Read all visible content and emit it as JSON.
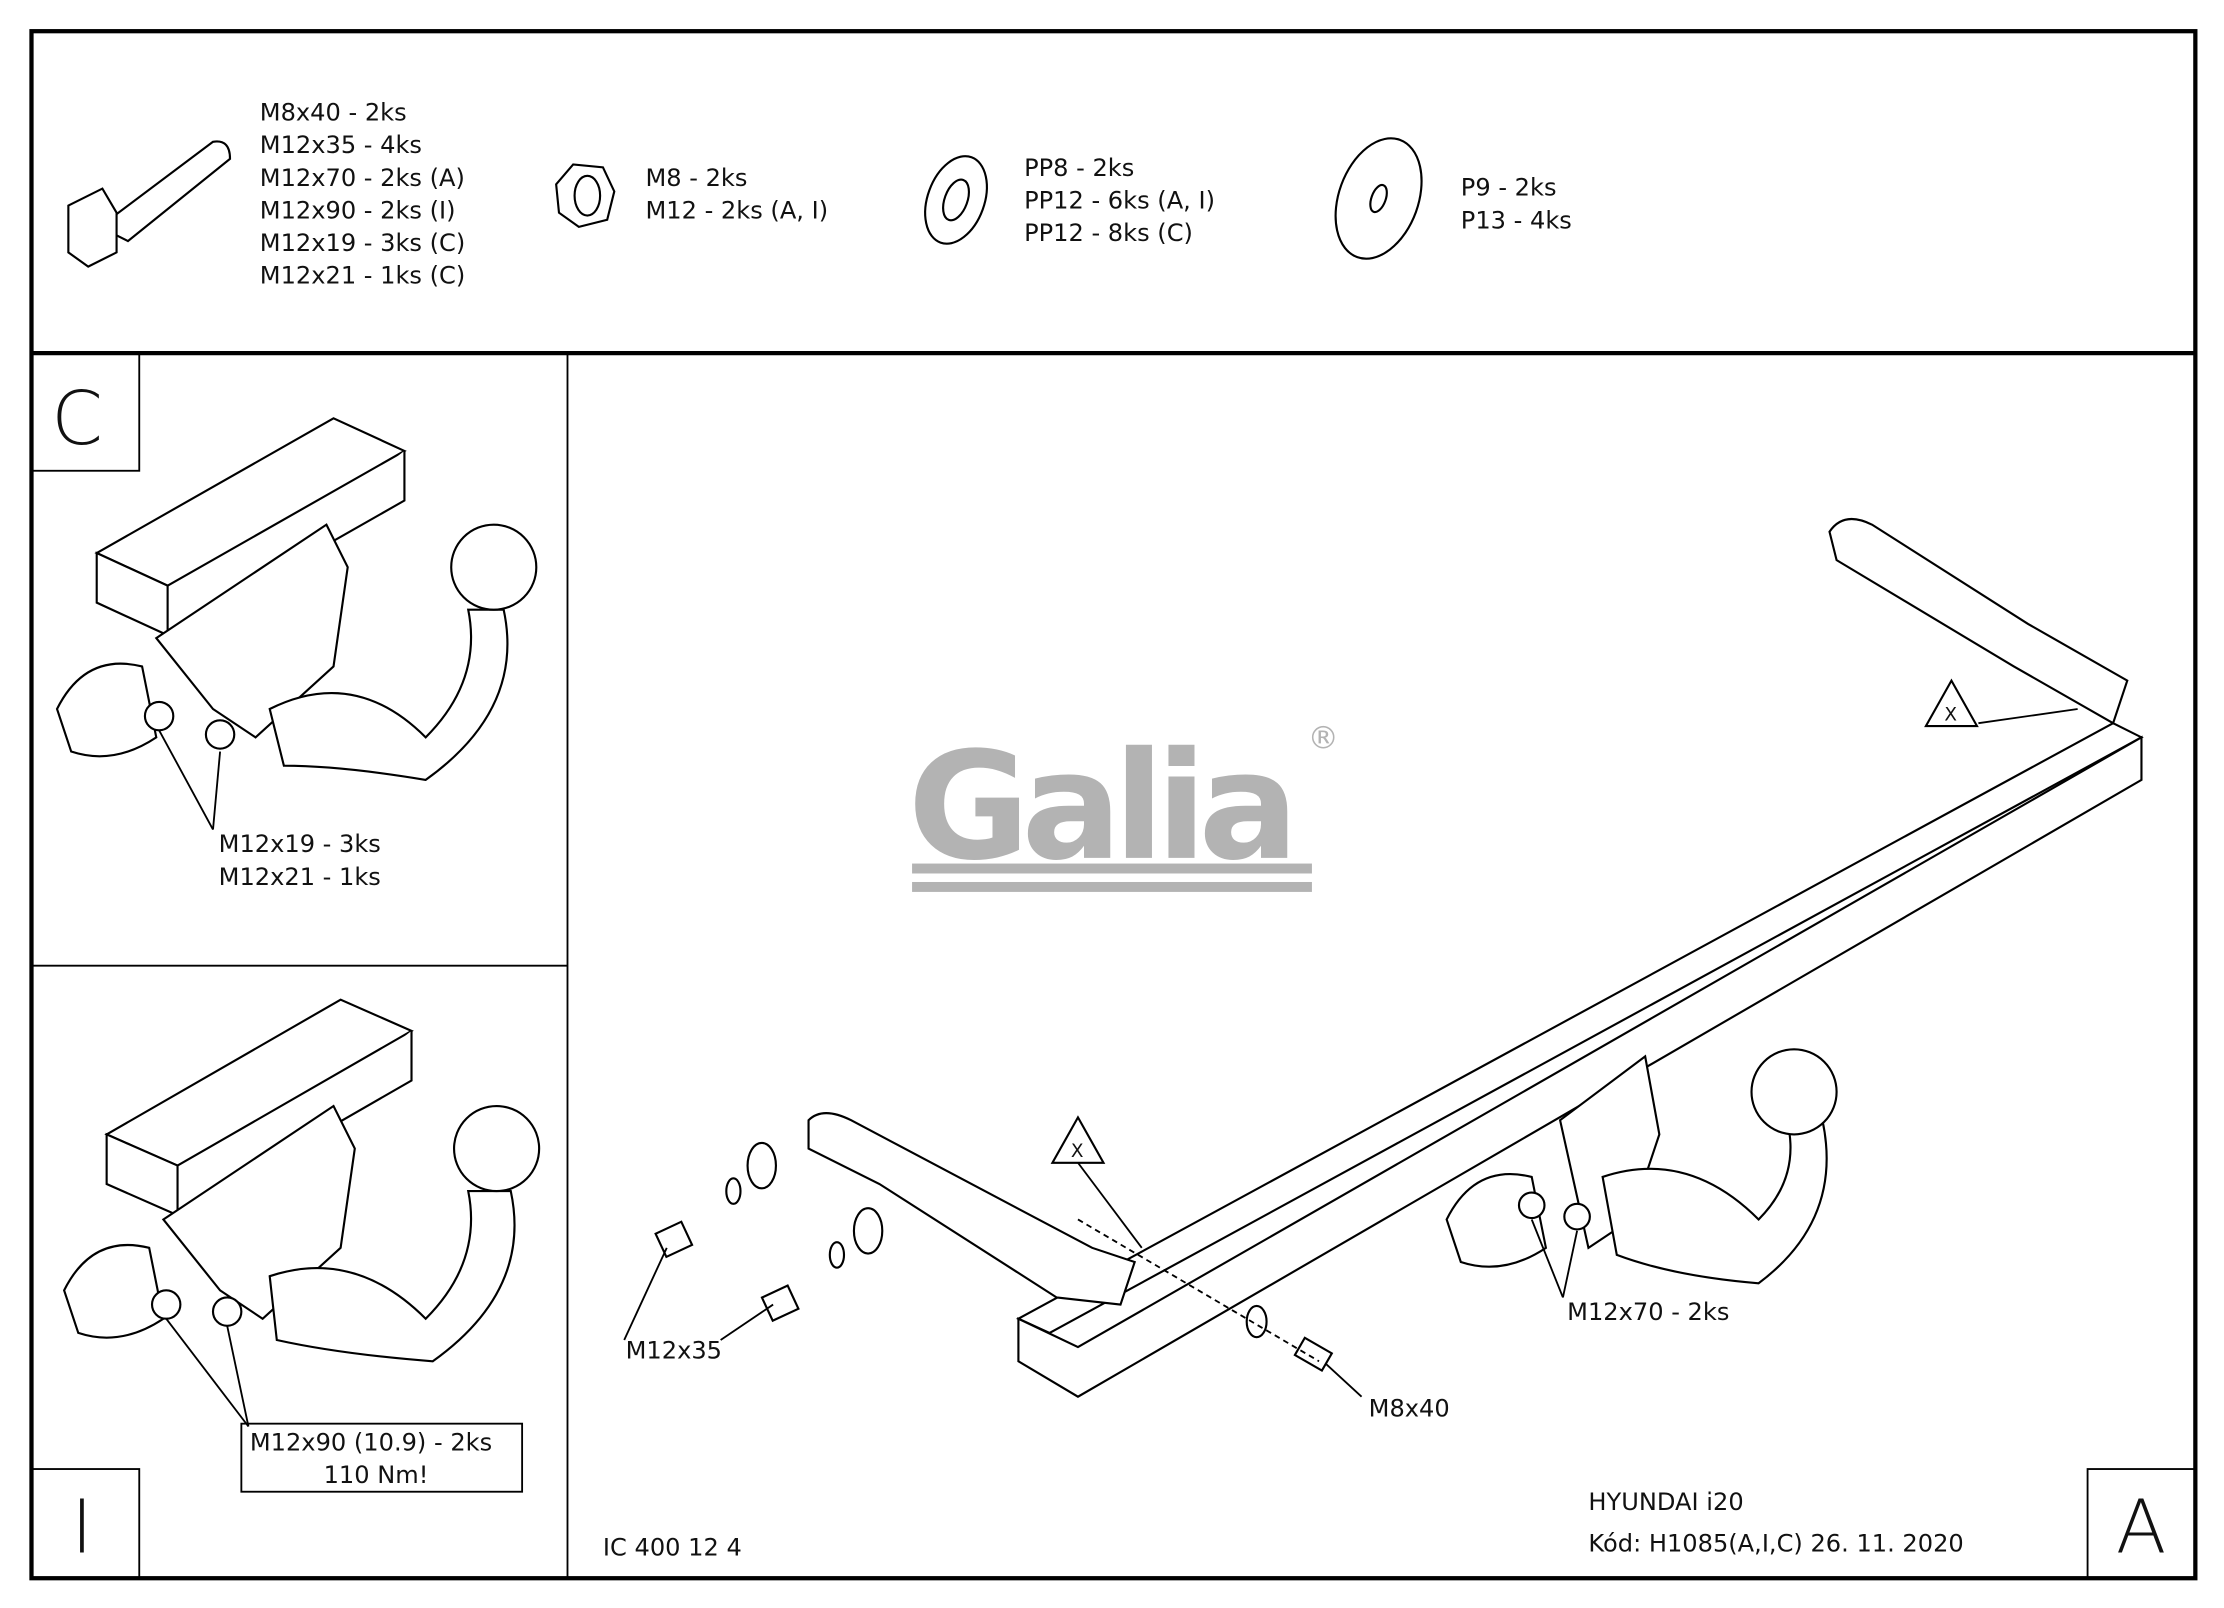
{
  "parts": {
    "bolts": [
      "M8x40 - 2ks",
      "M12x35 - 4ks",
      "M12x70 - 2ks (A)",
      "M12x90 - 2ks (I)",
      "M12x19 - 3ks (C)",
      "M12x21 - 1ks (C)"
    ],
    "nuts": [
      "M8 - 2ks",
      "M12 - 2ks (A, I)"
    ],
    "spring_washers": [
      "PP8 - 2ks",
      "PP12 - 6ks (A, I)",
      "PP12 - 8ks (C)"
    ],
    "flat_washers": [
      "P9 - 2ks",
      "P13 - 4ks"
    ]
  },
  "panel_c": {
    "letter": "C",
    "labels": [
      "M12x19 - 3ks",
      "M12x21 - 1ks"
    ]
  },
  "panel_i": {
    "letter": "I",
    "labels": [
      "M12x90 (10.9) - 2ks",
      "110 Nm!"
    ]
  },
  "main": {
    "letter": "A",
    "logo": "Galia",
    "logo_mark": "®",
    "callouts": {
      "m12x35": "M12x35",
      "m8x40": "M8x40",
      "m12x70": "M12x70 - 2ks",
      "warning": "X"
    },
    "drawing_code": "IC 400 12 4",
    "vehicle": "HYUNDAI  i20",
    "code_date": "Kód: H1085(A,I,C)  26. 11. 2020"
  }
}
